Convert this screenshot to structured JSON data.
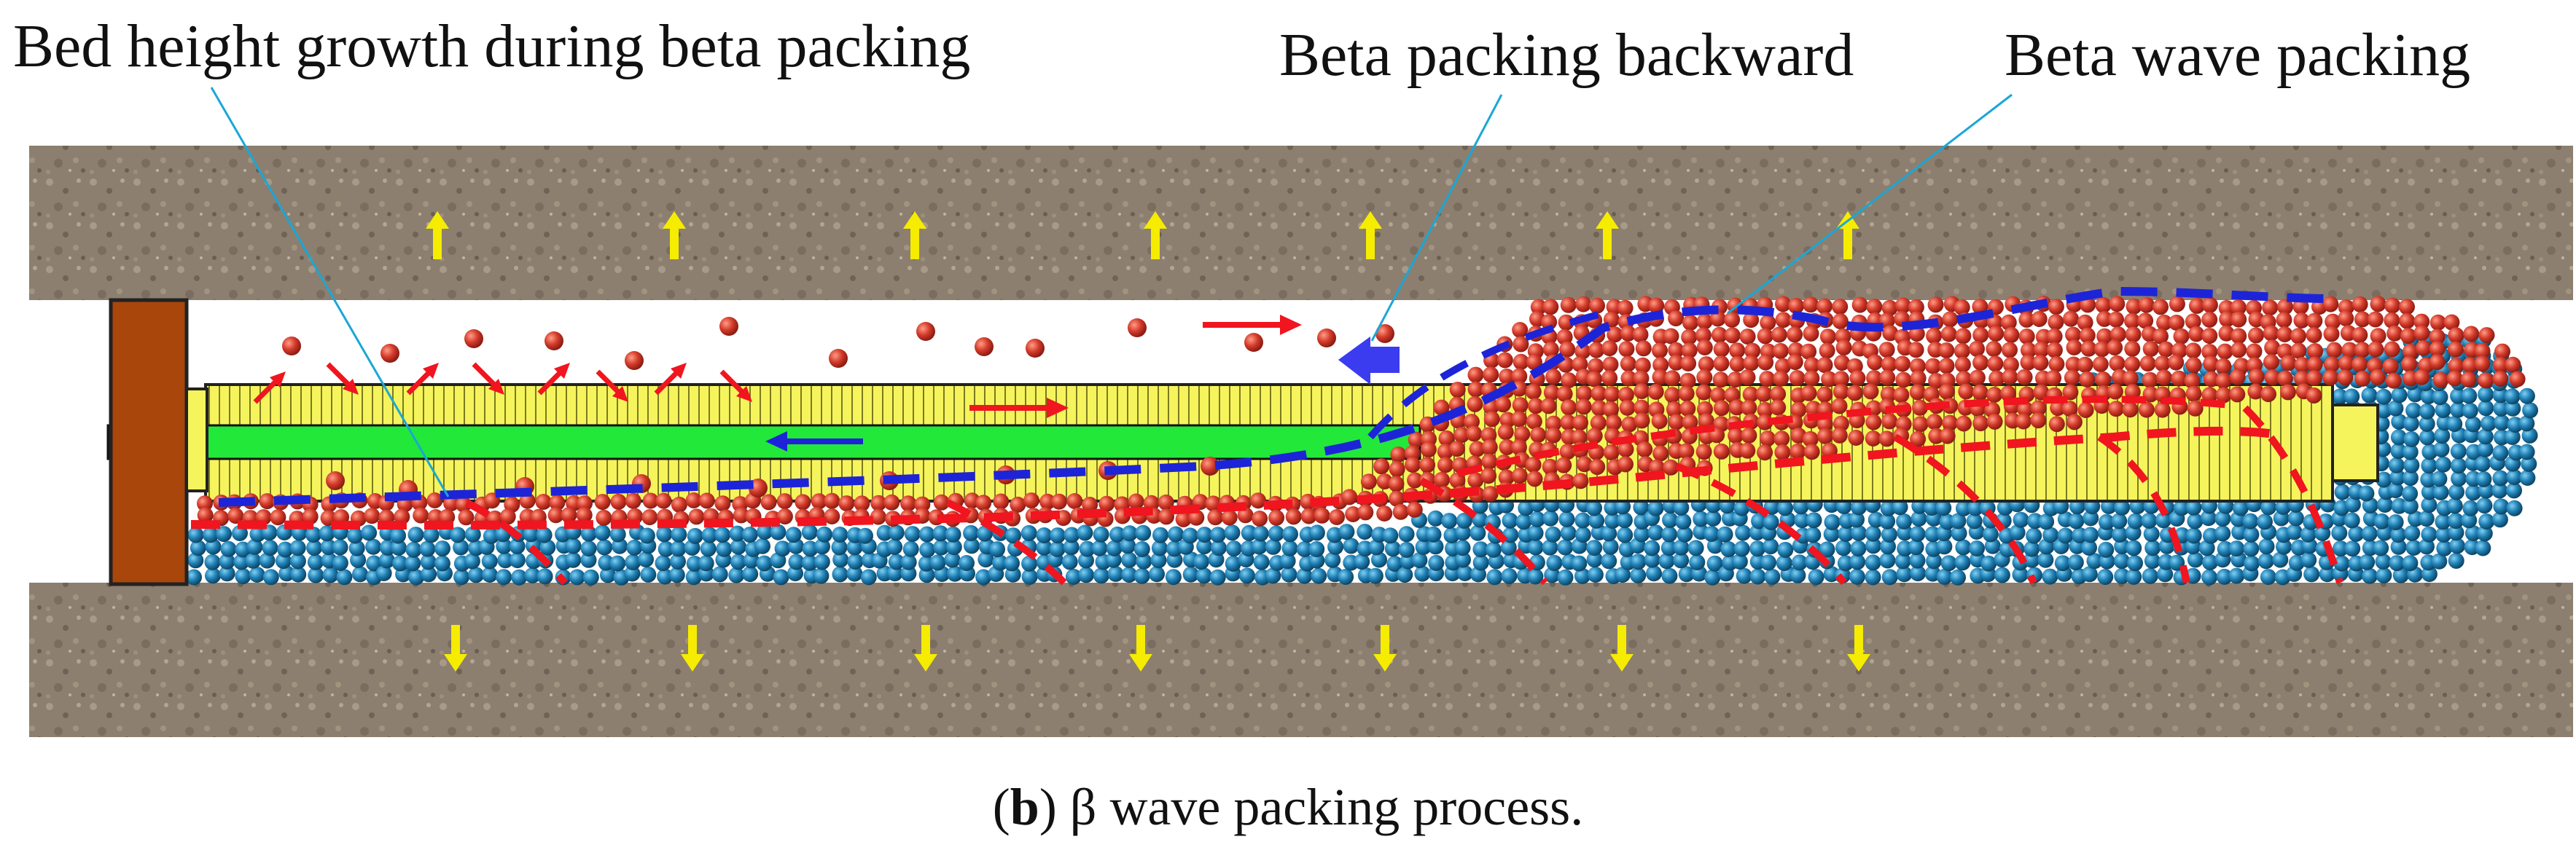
{
  "labels": {
    "bed_height": "Bed height growth during beta packing",
    "backward": "Beta packing backward",
    "wave": "Beta wave packing"
  },
  "caption": {
    "open": "(",
    "letter": "b",
    "rest": ") β wave packing process."
  },
  "colors": {
    "formation": "#8f8272",
    "wellbore": "#ffffff",
    "screen": "#f4f25a",
    "washpipe": "#22e83a",
    "packer": "#a8460c",
    "red_particles": "#cf3a2c",
    "blue_particles": "#1f7fb4",
    "boundary_red": "#f0151f",
    "boundary_blue": "#1d24d8",
    "arrows_yellow": "#f5ec00",
    "leader_line": "#1aa7d6",
    "backward_arrow": "#3b3cf0"
  }
}
